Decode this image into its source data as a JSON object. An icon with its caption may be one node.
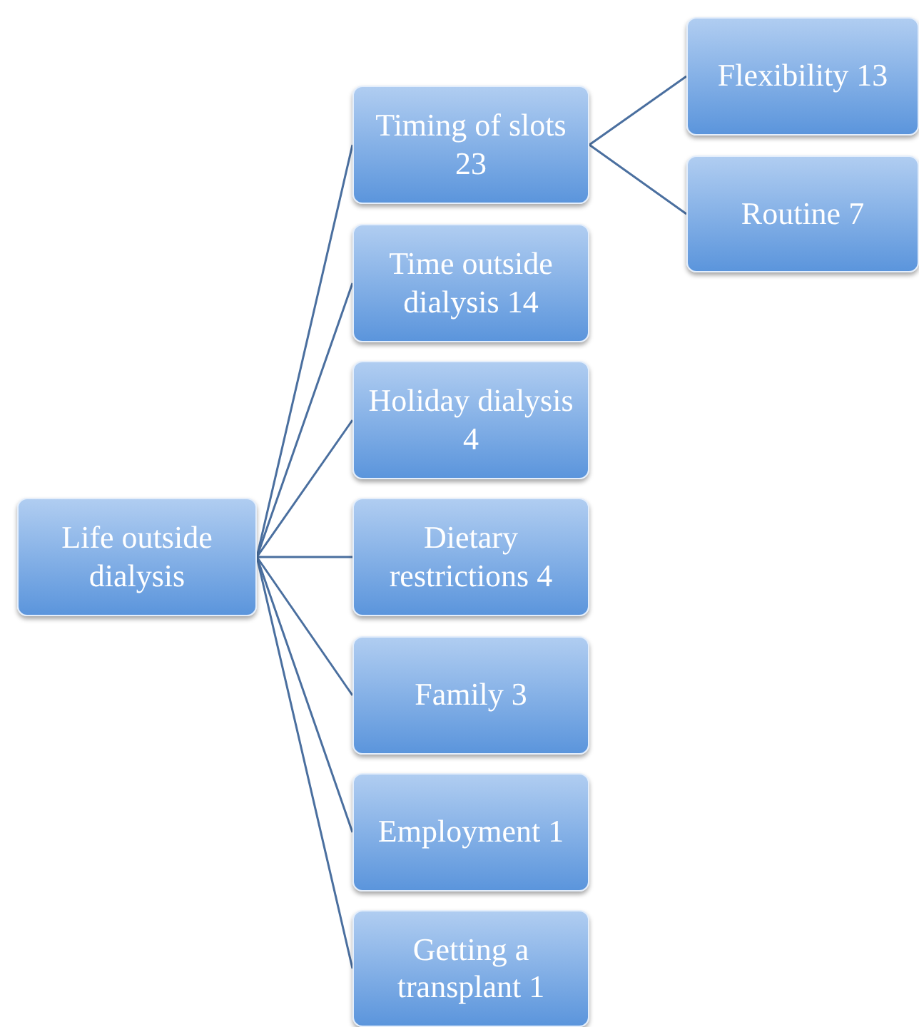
{
  "diagram": {
    "nodes": [
      {
        "text": [
          "Life outside dialysis"
        ]
      },
      {
        "text": [
          "Timing of slots 23"
        ]
      },
      {
        "text": [
          "Time outside dialysis 14"
        ]
      },
      {
        "text": [
          "Holiday dialysis 4"
        ]
      },
      {
        "text": [
          "Dietary restrictions 4"
        ]
      },
      {
        "text": [
          "Family 3"
        ]
      },
      {
        "text": [
          "Employment 1"
        ]
      },
      {
        "text": [
          "Getting a transplant 1"
        ]
      },
      {
        "text": [
          "Flexibility 13"
        ]
      },
      {
        "text": [
          "Routine 7"
        ]
      }
    ],
    "edges": [
      {
        "from": 0,
        "to": 1,
        "arrow": "none"
      },
      {
        "from": 0,
        "to": 2,
        "arrow": "none"
      },
      {
        "from": 0,
        "to": 3,
        "arrow": "none"
      },
      {
        "from": 0,
        "to": 4,
        "arrow": "none"
      },
      {
        "from": 0,
        "to": 5,
        "arrow": "none"
      },
      {
        "from": 0,
        "to": 6,
        "arrow": "none"
      },
      {
        "from": 0,
        "to": 7,
        "arrow": "none"
      },
      {
        "from": 1,
        "to": 8,
        "arrow": "none"
      },
      {
        "from": 1,
        "to": 9,
        "arrow": "none"
      }
    ]
  }
}
